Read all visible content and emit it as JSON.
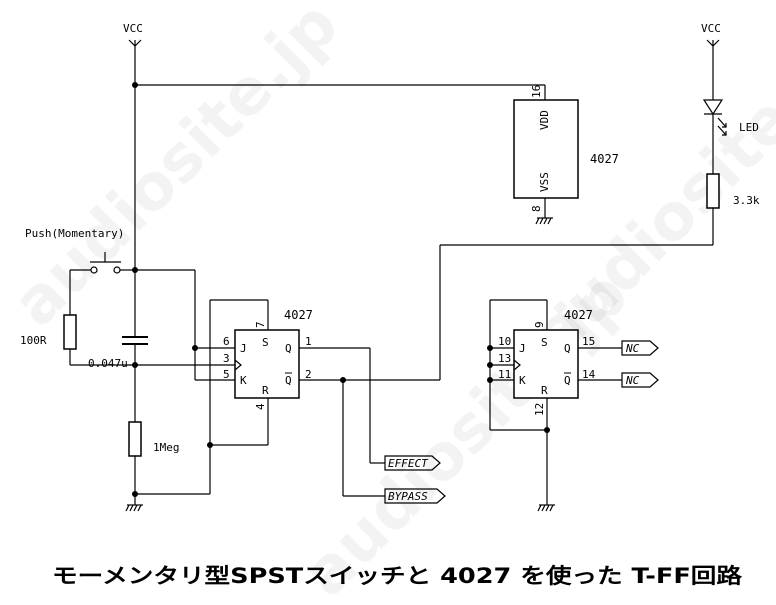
{
  "title": "モーメンタリ型SPSTスイッチと 4027 を使った T-FF回路",
  "watermark": "audiosite.jp",
  "supply": {
    "left": "VCC",
    "right": "VCC"
  },
  "switch_label": "Push(Momentary)",
  "components": {
    "r1": "100R",
    "cap": "0.047u",
    "r2": "1Meg",
    "r3": "3.3k",
    "led": "LED"
  },
  "ic_power": {
    "name": "4027",
    "vdd": "VDD",
    "vss": "VSS",
    "pin_vdd": "16",
    "pin_vss": "8"
  },
  "ic_a": {
    "name": "4027",
    "j": "J",
    "s": "S",
    "q": "Q",
    "k": "K",
    "r": "R",
    "qbar": "Q",
    "pin_j": "6",
    "pin_clk": "3",
    "pin_k": "5",
    "pin_s": "7",
    "pin_r": "4",
    "pin_q": "1",
    "pin_qbar": "2"
  },
  "ic_b": {
    "name": "4027",
    "j": "J",
    "s": "S",
    "q": "Q",
    "k": "K",
    "r": "R",
    "qbar": "Q",
    "pin_j": "10",
    "pin_clk": "13",
    "pin_k": "11",
    "pin_s": "9",
    "pin_r": "12",
    "pin_q": "15",
    "pin_qbar": "14"
  },
  "outputs": {
    "effect": "EFFECT",
    "bypass": "BYPASS",
    "nc1": "NC",
    "nc2": "NC"
  }
}
